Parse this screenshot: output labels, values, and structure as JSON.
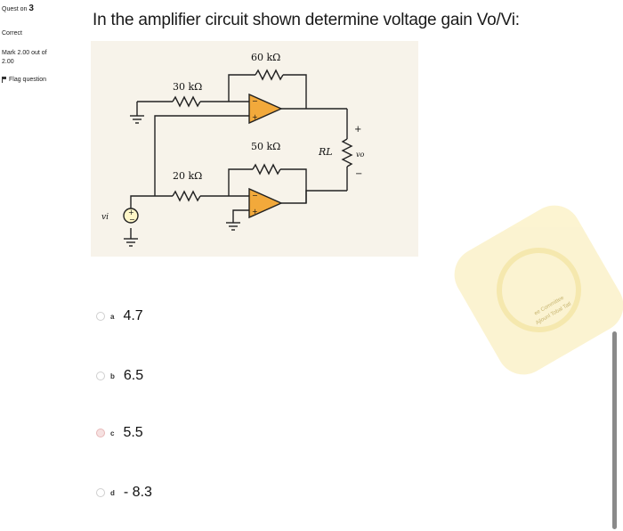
{
  "info": {
    "question_label": "Quest on",
    "question_number": "3",
    "state": "Correct",
    "mark_line1": "Mark 2.00 out of",
    "mark_line2": "2.00",
    "flag_label": "Flag question"
  },
  "question": {
    "text": "In the amplifier circuit shown determine voltage gain Vo/Vi:"
  },
  "circuit": {
    "r_feedback_top": "60 kΩ",
    "r_input_top": "30 kΩ",
    "r_feedback_bottom": "50 kΩ",
    "r_input_bottom": "20 kΩ",
    "load": "RL",
    "vin_label": "vi",
    "vout_label": "vo",
    "plus_sign": "+",
    "minus_sign": "−",
    "colors": {
      "opamp_fill": "#f2a93b",
      "wire": "#222222",
      "background": "#f7f3ea"
    }
  },
  "answers": [
    {
      "letter": "a",
      "value": "4.7",
      "selected": false
    },
    {
      "letter": "b",
      "value": "6.5",
      "selected": false
    },
    {
      "letter": "c",
      "value": "5.5",
      "selected": true
    },
    {
      "letter": "d",
      "value": "- 8.3",
      "selected": false
    }
  ],
  "watermark": {
    "line1": "ee Committee",
    "line2": "Ajlounl Tobal Tatl"
  }
}
